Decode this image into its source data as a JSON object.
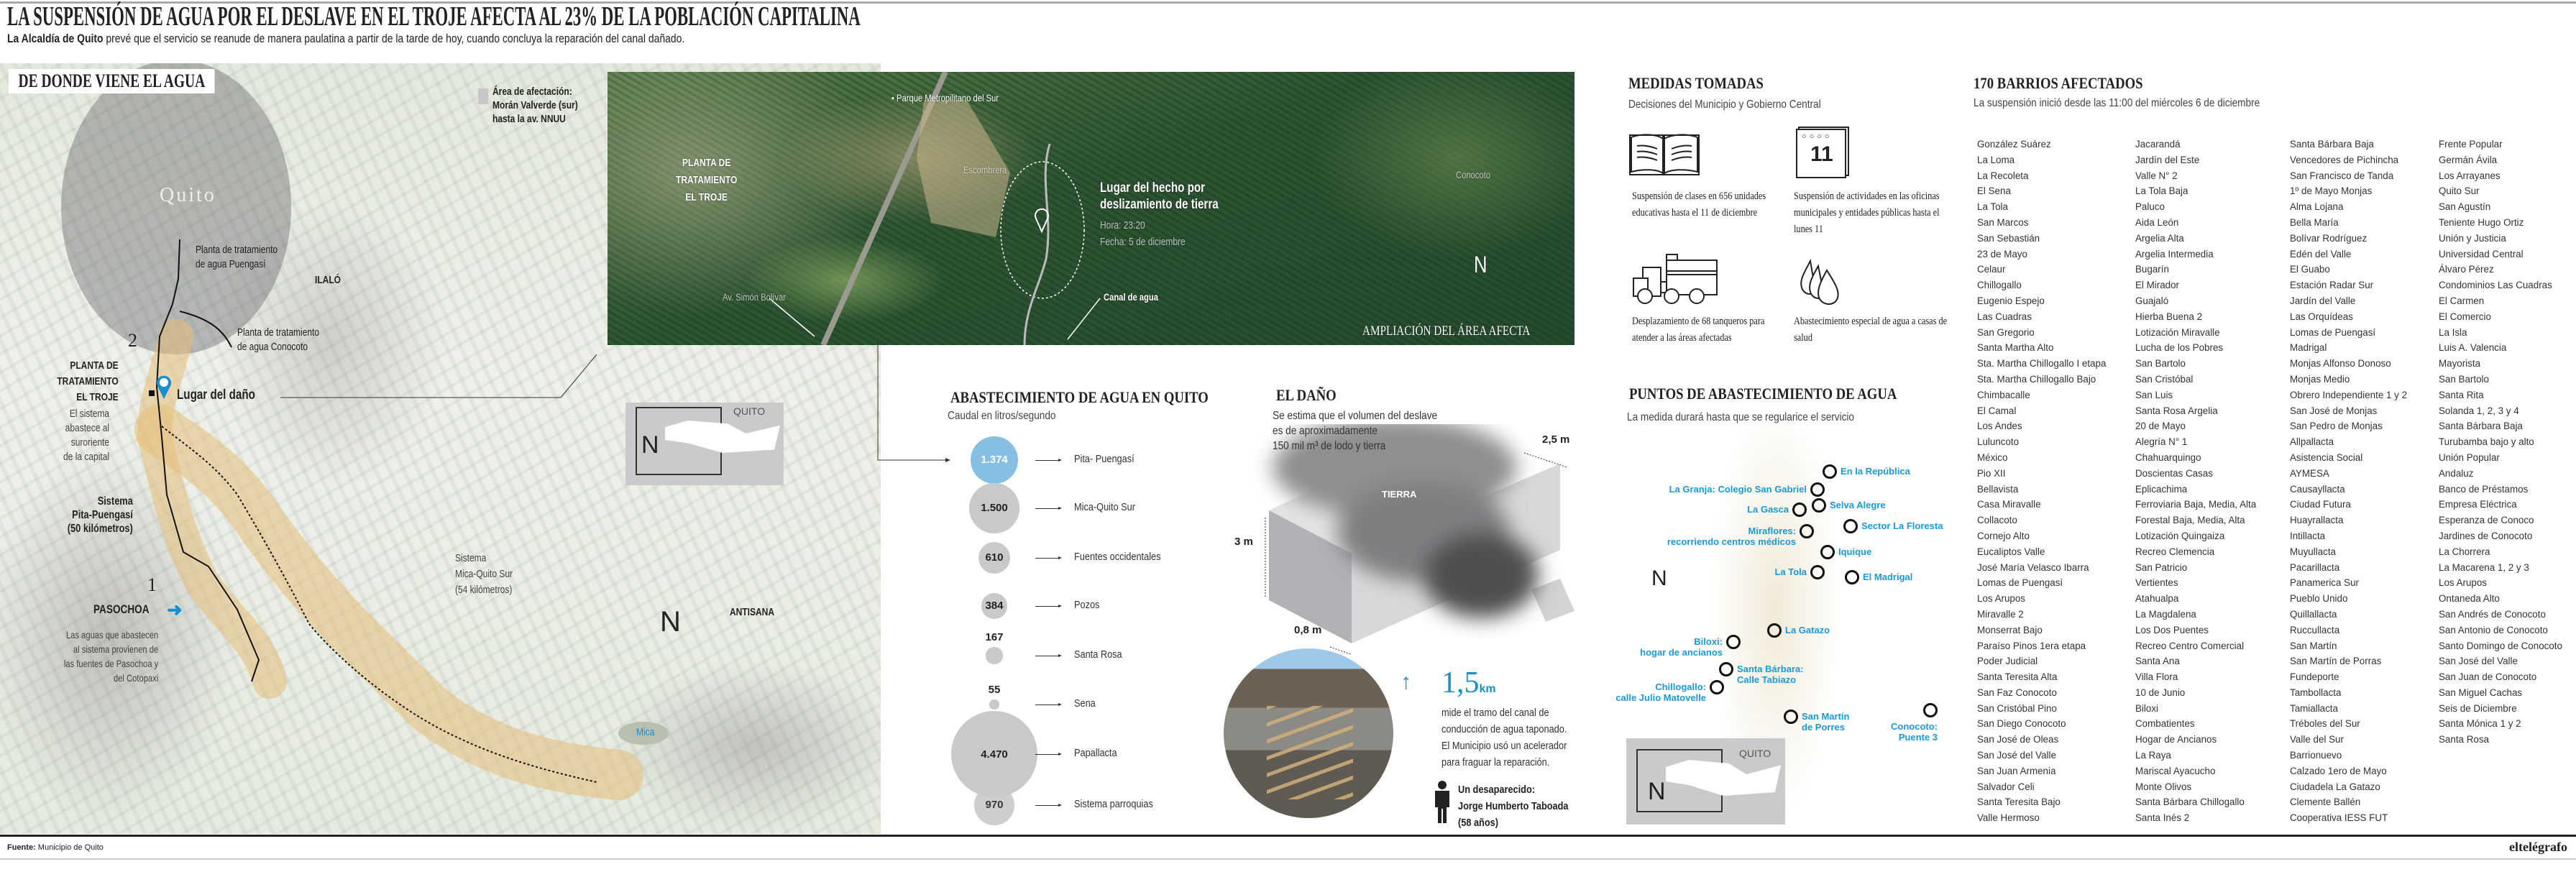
{
  "header": {
    "title": "LA SUSPENSIÓN DE AGUA POR EL DESLAVE EN EL TROJE AFECTA AL 23% DE LA POBLACIÓN CAPITALINA",
    "subtitle_bold": "La Alcaldía de Quito",
    "subtitle_rest": " prevé que el servicio se reanude de manera paulatina a partir de la tarde de hoy, cuando concluya la reparación del canal dañado."
  },
  "map": {
    "section_title": "DE DONDE VIENE EL AGUA",
    "quito": "Quito",
    "legend": [
      "Área de afectación:",
      "Morán Valverde (sur)",
      "hasta la av. NNUU"
    ],
    "planta_puengasi": [
      "Planta de tratamiento",
      "de agua Puengasí"
    ],
    "planta_conocoto": [
      "Planta de tratamiento",
      "de agua Conocoto"
    ],
    "ilalo": "ILALÓ",
    "number_2": "2",
    "planta_troje": [
      "PLANTA DE",
      "TRATAMIENTO",
      "EL TROJE"
    ],
    "lugar_dano": "Lugar del daño",
    "sistema_text": [
      "El sistema",
      "abastece al",
      "suroriente",
      "de la capital"
    ],
    "sistema_pita": [
      "Sistema",
      "Pita-Puengasí",
      "(50 kilómetros)"
    ],
    "number_1": "1",
    "pasochoa": "PASOCHOA",
    "pasochoa_text": [
      "Las aguas que abastecen",
      "al sistema provienen de",
      "las fuentes de Pasochoa y",
      "del Cotopaxi"
    ],
    "sistema_mica": [
      "Sistema",
      "Mica-Quito Sur",
      "(54 kilómetros)"
    ],
    "north": "N",
    "antisana": "ANTISANA",
    "mica": "Mica",
    "inset_label": "QUITO",
    "inset_north": "N"
  },
  "satellite": {
    "parque": "• Parque Metropilitano del Sur",
    "planta": [
      "PLANTA DE",
      "TRATAMIENTO",
      "EL TROJE"
    ],
    "escombrera": "Escombrera",
    "lugar_title": [
      "Lugar del hecho por",
      "deslizamiento de tierra"
    ],
    "hora": "Hora: 23:20",
    "fecha": "Fecha: 5 de diciembre",
    "conocoto": "Conocoto",
    "north": "N",
    "av_simon": "Av. Simón Bolívar",
    "canal": "Canal de agua",
    "ampliacion": "AMPLIACIÓN  DEL ÁREA AFECTA"
  },
  "chart_data": {
    "type": "bubble",
    "title": "ABASTECIMIENTO DE AGUA EN QUITO",
    "subtitle": "Caudal en litros/segundo",
    "unit": "litros/segundo",
    "categories": [
      "Pita- Puengasí",
      "Mica-Quito Sur",
      "Fuentes occidentales",
      "Pozos",
      "Santa Rosa",
      "Sena",
      "Papallacta",
      "Sistema parroquias"
    ],
    "values": [
      1374,
      1500,
      610,
      384,
      167,
      55,
      4470,
      970
    ],
    "value_labels": [
      "1.374",
      "1.500",
      "610",
      "384",
      "167",
      "55",
      "4.470",
      "970"
    ],
    "highlight": "Pita- Puengasí",
    "colors": {
      "highlight": "#86bfe2",
      "default": "#c8c9cb"
    }
  },
  "dano": {
    "title": "EL DAÑO",
    "text": [
      "Se estima que el volumen del deslave",
      "es de aproximadamente",
      "150 mil m³ de lodo y tierra"
    ],
    "tierra": "TIERRA",
    "dim_width": "2,5 m",
    "dim_height": "3 m",
    "dim_depth": "0,8 m",
    "stat_value": "1,5",
    "stat_unit": "km",
    "stat_text": [
      "mide el tramo del canal de",
      "conducción de agua taponado.",
      "El Municipio usó un acelerador",
      "para fraguar la reparación."
    ],
    "missing": [
      "Un desaparecido:",
      "Jorge Humberto Taboada",
      "(58 años)"
    ],
    "accent": "#1a8fd0"
  },
  "medidas": {
    "title": "MEDIDAS TOMADAS",
    "subtitle": "Decisiones del Municipio y Gobierno Central",
    "calendar_day": "11",
    "items": [
      {
        "icon": "book-icon",
        "text": "Suspensión de clases en 656 unidades educativas hasta el 11 de diciembre"
      },
      {
        "icon": "calendar-icon",
        "text": "Suspensión de actividades en las oficinas municipales y entidades públicas hasta el lunes 11"
      },
      {
        "icon": "water-truck-icon",
        "text": "Desplazamiento de 68 tanqueros para atender a las áreas afectadas"
      },
      {
        "icon": "water-drops-icon",
        "text": "Abastecimiento especial de agua a casas de salud"
      }
    ]
  },
  "puntos": {
    "title": "PUNTOS DE ABASTECIMIENTO DE AGUA",
    "subtitle": "La medida durará hasta que se regularice el servicio",
    "north": "N",
    "inset_label": "QUITO",
    "inset_north": "N",
    "points": [
      {
        "label": "En la República"
      },
      {
        "label": "La Granja: Colegio San Gabriel"
      },
      {
        "label": "Selva Alegre"
      },
      {
        "label": "La Gasca"
      },
      {
        "label": "Sector La Floresta"
      },
      {
        "label": "Miraflores:\nrecorriendo centros médicos"
      },
      {
        "label": "Iquique"
      },
      {
        "label": "La Tola"
      },
      {
        "label": "El Madrigal"
      },
      {
        "label": "La Gatazo"
      },
      {
        "label": "Biloxi:\nhogar de ancianos"
      },
      {
        "label": "Santa Bárbara:\nCalle Tabiazo"
      },
      {
        "label": "Chillogallo:\ncalle Julio Matovelle"
      },
      {
        "label": "San Martín\nde Porres"
      },
      {
        "label": "Conocoto:\nPuente 3"
      }
    ]
  },
  "barrios": {
    "title": "170 BARRIOS AFECTADOS",
    "subtitle": "La suspensión inició desde las 11:00 del miércoles 6 de diciembre",
    "columns": [
      [
        "González Suárez",
        "La Loma",
        "La Recoleta",
        "El Sena",
        "La Tola",
        "San Marcos",
        "San Sebastián",
        "23 de Mayo",
        "Celaur",
        "Chillogallo",
        "Eugenio Espejo",
        "Las Cuadras",
        "San Gregorio",
        "Santa Martha Alto",
        "Sta. Martha Chillogallo I etapa",
        "Sta. Martha Chillogallo Bajo",
        "Chimbacalle",
        "El Camal",
        "Los Andes",
        "Luluncoto",
        "México",
        "Pio XII",
        "Bellavista",
        "Casa Miravalle",
        "Collacoto",
        "Cornejo Alto",
        "Eucaliptos Valle",
        "José María Velasco Ibarra",
        "Lomas de Puengasí",
        "Los Arupos",
        "Miravalle 2",
        "Monserrat Bajo",
        "Paraíso Pinos 1era etapa",
        "Poder Judicial",
        "Santa Teresita Alta",
        "San Faz Conocoto",
        "San Cristóbal Pino",
        "San Diego Conocoto",
        "San José de Oleas",
        "San José del Valle",
        "San Juan Armenia",
        "Salvador Celi",
        "Santa Teresita Bajo",
        "Valle Hermoso"
      ],
      [
        "Jacarandá",
        "Jardín del Este",
        "Valle N° 2",
        "La Tola Baja",
        "Paluco",
        "Aida León",
        "Argelia Alta",
        "Argelia Intermedia",
        "Bugarín",
        "El Mirador",
        "Guajaló",
        "Hierba Buena 2",
        "Lotización Miravalle",
        "Lucha de los Pobres",
        "San Bartolo",
        "San Cristóbal",
        "San Luis",
        "Santa Rosa Argelia",
        "20 de Mayo",
        "Alegría N° 1",
        "Chahuarquingo",
        "Doscientas Casas",
        "Eplicachima",
        "Ferroviaria Baja, Media, Alta",
        "Forestal Baja, Media, Alta",
        "Lotización Quingaiza",
        "Recreo Clemencia",
        "San Patricio",
        "Vertientes",
        "Atahualpa",
        "La Magdalena",
        "Los Dos Puentes",
        "Recreo Centro Comercial",
        "Santa Ana",
        "Villa Flora",
        "10 de Junio",
        "Biloxi",
        "Combatientes",
        "Hogar de Ancianos",
        "La Raya",
        "Mariscal Ayacucho",
        "Monte Olivos",
        "Santa Bárbara Chillogallo",
        "Santa Inés 2"
      ],
      [
        "Santa Bárbara Baja",
        "Vencedores de Pichincha",
        "San Francisco de Tanda",
        "1º de Mayo Monjas",
        "Alma Lojana",
        "Bella María",
        "Bolívar Rodríguez",
        "Edén del Valle",
        "El Guabo",
        "Estación Radar Sur",
        "Jardín del Valle",
        "Las Orquídeas",
        "Lomas de Puengasí",
        "Madrigal",
        "Monjas Alfonso Donoso",
        "Monjas Medio",
        "Obrero Independiente 1 y 2",
        "San José de Monjas",
        "San Pedro de Monjas",
        "Allpallacta",
        "Asistencia Social",
        "AYMESA",
        "Causayllacta",
        "Ciudad Futura",
        "Huayrallacta",
        "Intillacta",
        "Muyullacta",
        "Pacarillacta",
        "Panamerica Sur",
        "Pueblo Unido",
        "Quillallacta",
        "Ruccullacta",
        "San Martín",
        "San Martín de Porras",
        "Fundeporte",
        "Tambollacta",
        "Tamiallacta",
        "Tréboles del Sur",
        "Valle del Sur",
        "Barrionuevo",
        "Calzado 1ero de Mayo",
        "Ciudadela La Gatazo",
        "Clemente Ballén",
        "Cooperativa IESS FUT"
      ],
      [
        "Frente Popular",
        "Germán Ávila",
        "Los Arrayanes",
        "Quito Sur",
        "San Agustín",
        "Teniente Hugo Ortiz",
        "Unión y Justicia",
        "Universidad Central",
        "Álvaro Pérez",
        "Condominios Las Cuadras",
        "El Carmen",
        "El Comercio",
        "La Isla",
        "Luis A. Valencia",
        "Mayorista",
        "San Bartolo",
        "Santa Rita",
        "Solanda 1, 2, 3 y 4",
        "Santa Bárbara Baja",
        "Turubamba bajo y alto",
        "Unión Popular",
        "Andaluz",
        "Banco de Préstamos",
        "Empresa Eléctrica",
        "Esperanza de Conoco",
        "Jardines de Conocoto",
        "La Chorrera",
        "La Macarena 1, 2 y 3",
        "Los Arupos",
        "Ontaneda Alto",
        "San Andrés de Conocoto",
        "San Antonio de Conocoto",
        "Santo Domingo de Conocoto",
        "San José del Valle",
        "San Juan de Conocoto",
        "San Miguel Cachas",
        "Seis de Diciembre",
        "Santa Mónica 1 y 2",
        "Santa Rosa"
      ]
    ]
  },
  "footer": {
    "source_label": "Fuente:",
    "source": " Municipio de Quito",
    "brand": "eltelégrafo"
  }
}
